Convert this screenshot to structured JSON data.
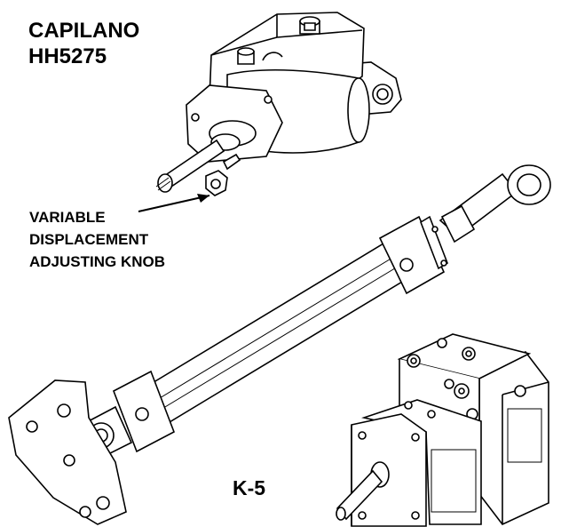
{
  "labels": {
    "title_line1": "CAPILANO",
    "title_line2": "HH5275",
    "callout_line1": "VARIABLE",
    "callout_line2": "DISPLACEMENT",
    "callout_line3": "ADJUSTING KNOB",
    "cylinder_label": "K-5"
  }
}
